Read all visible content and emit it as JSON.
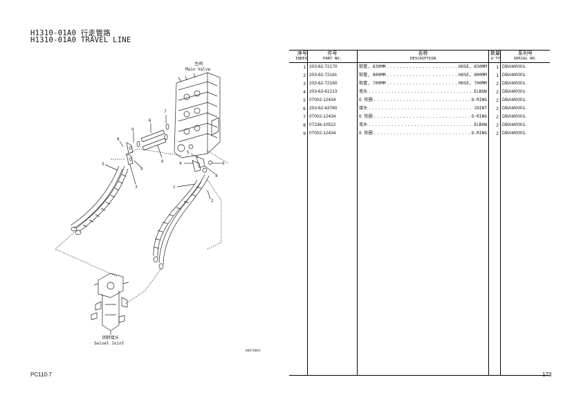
{
  "header": {
    "title_cn": "H1310-01A0 行走管路",
    "title_en": "H1310-01A0 TRAVEL LINE"
  },
  "diagram": {
    "main_valve_cn": "主阀",
    "main_valve_en": "Main Valve",
    "swivel_cn": "回转接头",
    "swivel_en": "Swivel Joint",
    "drawing_no": "00070083",
    "callouts": [
      "7",
      "6",
      "9",
      "8",
      "6",
      "3",
      "3",
      "9",
      "5",
      "4",
      "6",
      "4",
      "1",
      "2"
    ]
  },
  "table": {
    "headers": [
      {
        "cn": "序号",
        "en": "INDEX"
      },
      {
        "cn": "件号",
        "en": "PART NO."
      },
      {
        "cn": "名称",
        "en": "DESCRIPTION"
      },
      {
        "cn": "数量",
        "en": "Q'TY"
      },
      {
        "cn": "系列号",
        "en": "SERIAL NO."
      }
    ],
    "rows": [
      {
        "index": "1",
        "part": "203-62-72170",
        "desc_left": "软管, 830MM",
        "desc_right": "HOSE, 830MM",
        "qty": "1",
        "serial": "DBAM0001-"
      },
      {
        "index": "2",
        "part": "203-62-72181",
        "desc_left": "软管, 800MM",
        "desc_right": "HOSE, 800MM",
        "qty": "1",
        "serial": "DBAM0001-"
      },
      {
        "index": "3",
        "part": "203-62-72160",
        "desc_left": "软管, 700MM",
        "desc_right": "HOSE, 700MM",
        "qty": "2",
        "serial": "DBAM0001-"
      },
      {
        "index": "4",
        "part": "203-62-61213",
        "desc_left": "弯头",
        "desc_right": "ELBOW",
        "qty": "2",
        "serial": "DBAM0001-"
      },
      {
        "index": "5",
        "part": "07002-12434",
        "desc_left": "O 形圈",
        "desc_right": "O-RING",
        "qty": "2",
        "serial": "DBAM0001-"
      },
      {
        "index": "6",
        "part": "203-62-63760",
        "desc_left": "接头",
        "desc_right": "JOINT",
        "qty": "2",
        "serial": "DBAM0001-"
      },
      {
        "index": "7",
        "part": "07002-12434",
        "desc_left": "O 形圈",
        "desc_right": "O-RING",
        "qty": "2",
        "serial": "DBAM0001-"
      },
      {
        "index": "8",
        "part": "07236-10522",
        "desc_left": "弯头",
        "desc_right": "ELBOW",
        "qty": "2",
        "serial": "DBAM0001-"
      },
      {
        "index": "9",
        "part": "07002-12434",
        "desc_left": "O 形圈",
        "desc_right": "O-RING",
        "qty": "2",
        "serial": "DBAM0001-"
      }
    ]
  },
  "footer": {
    "model": "PC110-7",
    "page": "173"
  }
}
